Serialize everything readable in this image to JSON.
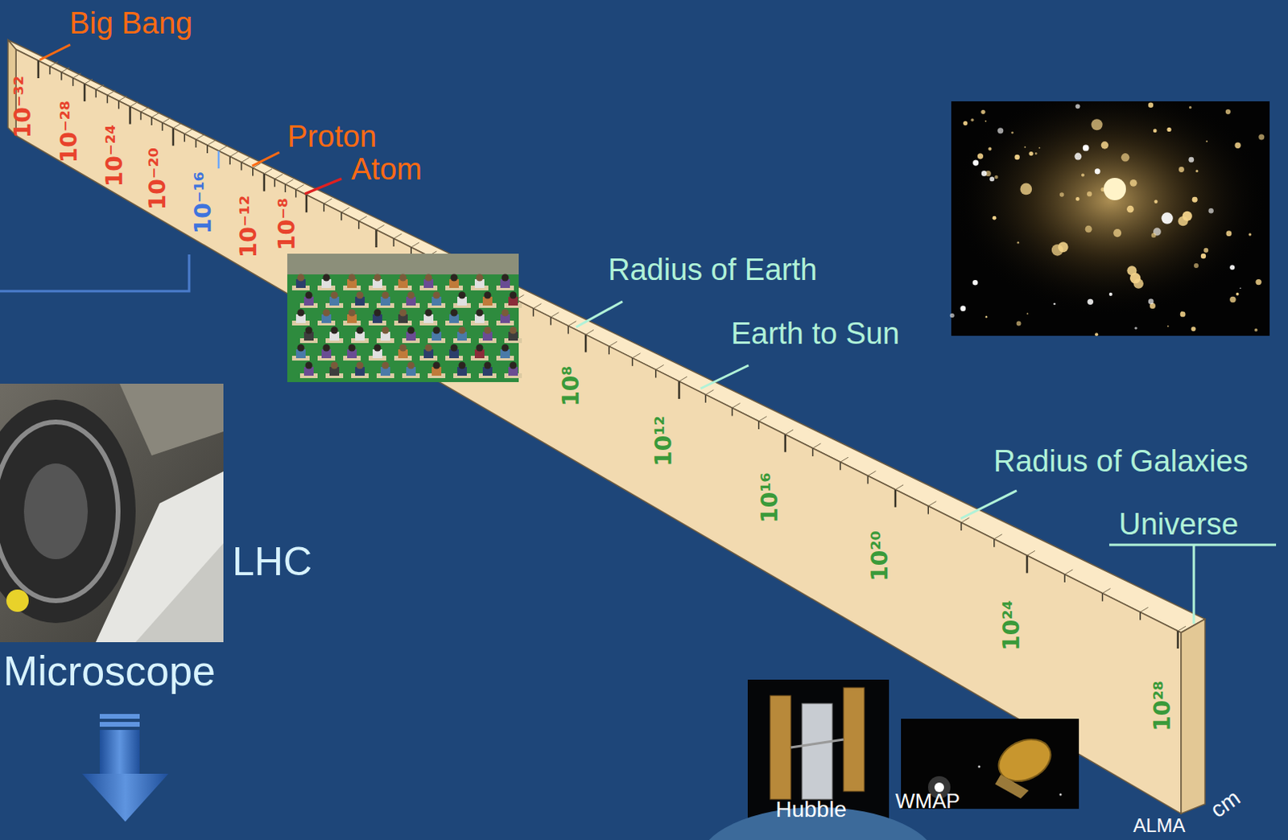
{
  "diagram": {
    "labels": [
      "Big Bang",
      "10⁻³²",
      "10⁻²⁸",
      "10⁻²⁴",
      "10⁻²⁰",
      "10⁻¹⁶",
      "10⁻¹²",
      "Proton",
      "Atom",
      "10⁻⁸",
      "Radius of Earth",
      "Earth to Sun",
      "10⁸",
      "10¹²",
      "10¹⁶",
      "10²⁰",
      "Radius of Galaxies",
      "Universe",
      "LHC",
      "Microscope",
      "10²⁴",
      "10²⁸",
      "Hubble",
      "WMAP",
      "ALMA",
      "cm"
    ]
  }
}
